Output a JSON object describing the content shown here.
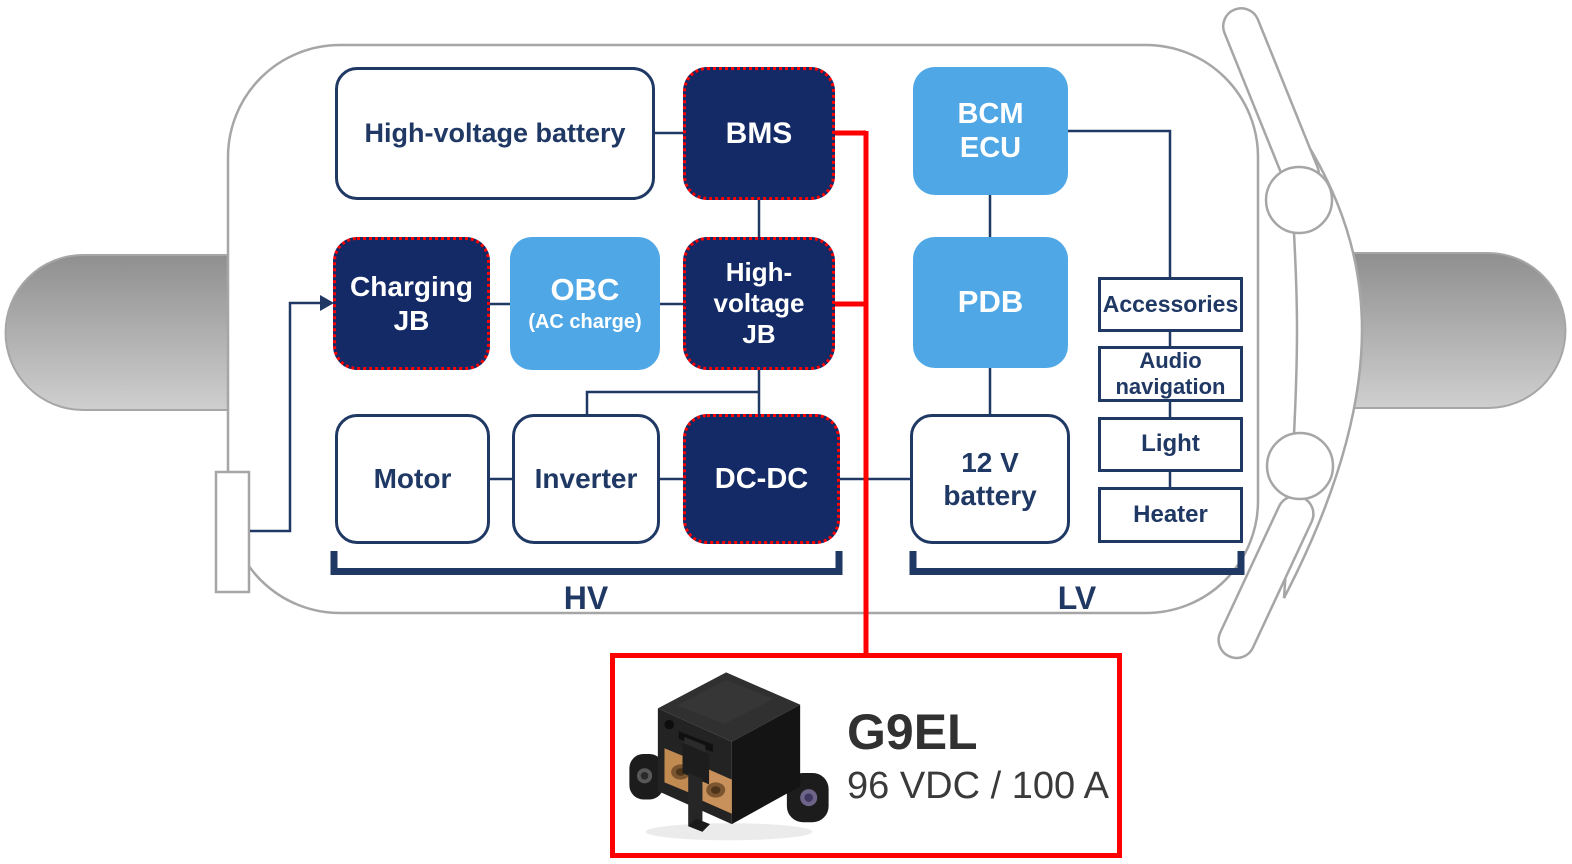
{
  "diagram": {
    "boxes": {
      "hv_battery": {
        "label": "High-voltage battery"
      },
      "bms": {
        "label": "BMS"
      },
      "charging_jb": {
        "label": "Charging\nJB"
      },
      "obc": {
        "label": "OBC",
        "sublabel": "(AC charge)"
      },
      "hv_jb": {
        "label": "High-\nvoltage\nJB"
      },
      "motor": {
        "label": "Motor"
      },
      "inverter": {
        "label": "Inverter"
      },
      "dcdc": {
        "label": "DC-DC"
      },
      "bcm_ecu": {
        "label": "BCM\nECU"
      },
      "pdb": {
        "label": "PDB"
      },
      "battery_12v": {
        "label": "12 V\nbattery"
      },
      "accessories": {
        "label": "Accessories"
      },
      "audio_navigation": {
        "label": "Audio\nnavigation"
      },
      "light": {
        "label": "Light"
      },
      "heater": {
        "label": "Heater"
      }
    },
    "zones": {
      "hv_label": "HV",
      "lv_label": "LV"
    },
    "callout": {
      "product_name": "G9EL",
      "rating": "96 VDC / 100 A"
    },
    "colors": {
      "navy_fill": "#132A66",
      "navy_line": "#1F3864",
      "light_blue": "#4FA7E6",
      "highlight_red": "#FF0000",
      "body_gray": "#A6A6A6",
      "callout_text": "#3A3A3A"
    }
  }
}
